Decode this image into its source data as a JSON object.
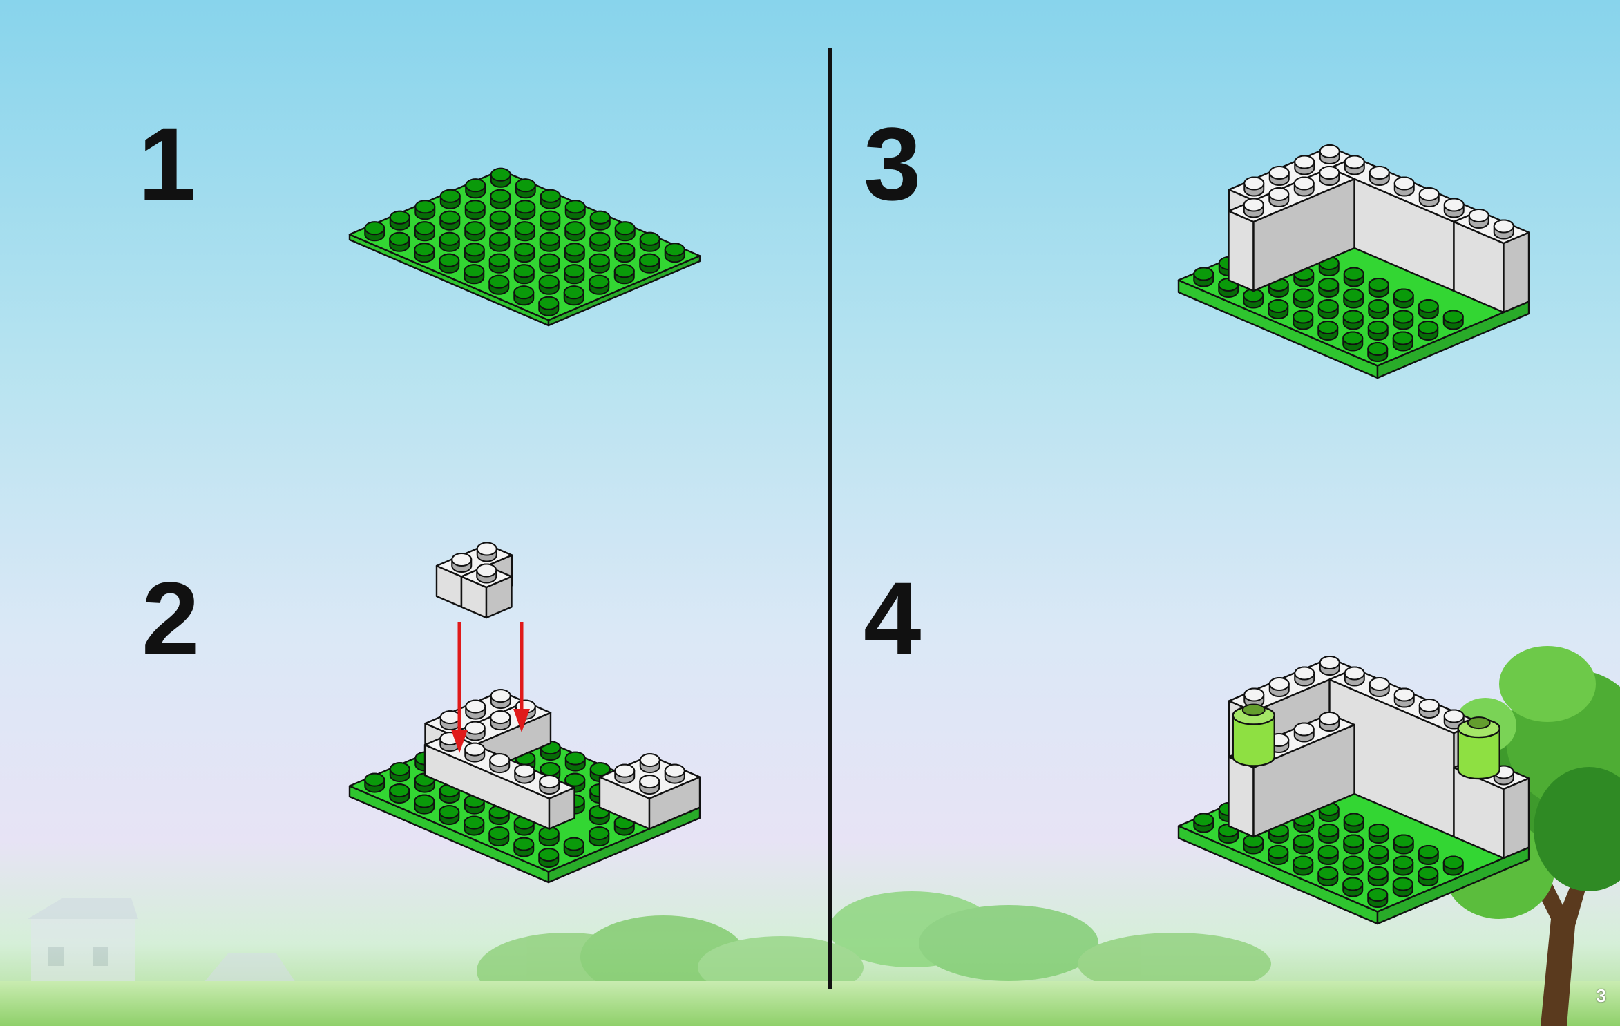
{
  "steps": [
    {
      "number": "1"
    },
    {
      "number": "2"
    },
    {
      "number": "3"
    },
    {
      "number": "4"
    }
  ],
  "page_number": "3",
  "colors": {
    "plate_green": "#33d633",
    "stud_green": "#0a9a0a",
    "brick_white": "#f4f4f4",
    "round_brick_lime": "#8ee042",
    "arrow_red": "#e01a1a",
    "sky_top": "#88d4ec",
    "grass": "#a9dc8a"
  },
  "icons": [
    "baseplate",
    "white-brick",
    "corner-brick",
    "drop-arrow",
    "lime-round-brick",
    "tree",
    "house",
    "bushes"
  ]
}
